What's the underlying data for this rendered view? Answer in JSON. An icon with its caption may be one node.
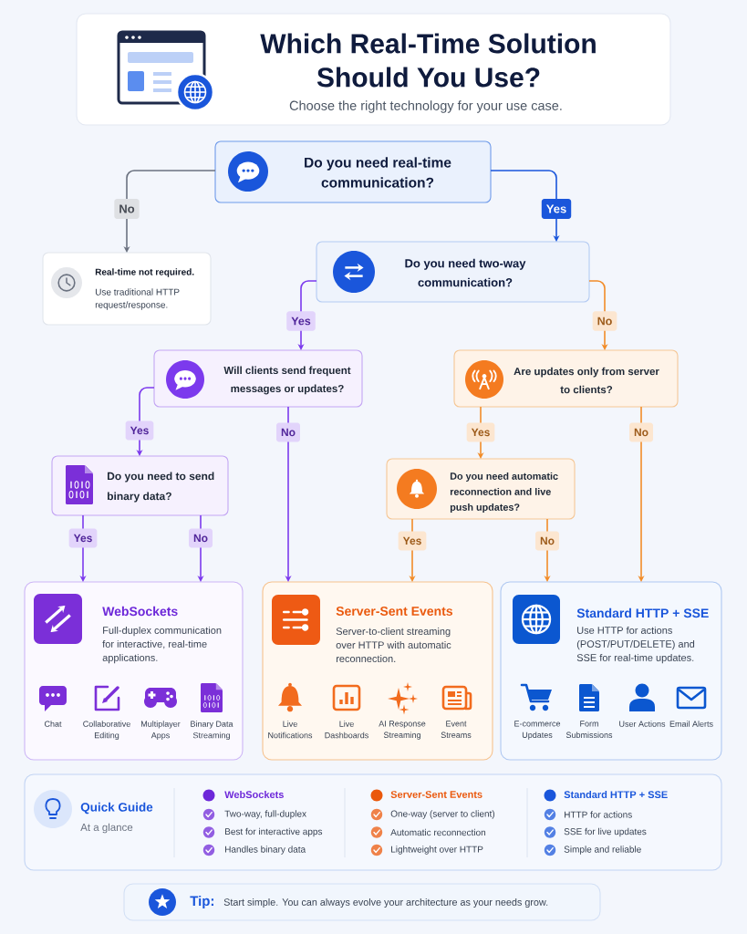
{
  "diagram": {
    "nodes": [
      {
        "text": [
          "Which Real-Time Solution Should You Use?",
          "Choose the right technology for your use case."
        ]
      },
      {
        "text": [
          "Do you need real-time communication?"
        ]
      },
      {
        "text": [
          "Real-time not required.",
          "Use traditional HTTP request/response."
        ]
      },
      {
        "text": [
          "Do you need two-way communication?"
        ]
      },
      {
        "text": [
          "Will clients send frequent messages or updates?"
        ]
      },
      {
        "text": [
          "Are updates only from server to clients?"
        ]
      },
      {
        "text": [
          "Do you need to send binary data?"
        ]
      },
      {
        "text": [
          "Do you need automatic reconnection and live push updates?"
        ]
      },
      {
        "text": [
          "WebSockets",
          "Full-duplex communication for interactive, real-time applications."
        ]
      },
      {
        "text": [
          "Server-Sent Events",
          "Server-to-client streaming over HTTP with automatic reconnection."
        ]
      },
      {
        "text": [
          "Standard HTTP + SSE",
          "Use HTTP for actions (POST/PUT/DELETE) and SSE for real-time updates."
        ]
      },
      {
        "text": [
          "Quick Guide",
          "At a glance"
        ]
      },
      {
        "text": [
          "Tip:",
          "Start simple. You can always evolve your architecture as your needs grow."
        ]
      }
    ],
    "edges": [
      {
        "from": 1,
        "to": 2,
        "arrow": "to",
        "label": "No",
        "color": "#6b7280"
      },
      {
        "from": 1,
        "to": 3,
        "arrow": "to",
        "label": "Yes",
        "color": "#1a56db"
      },
      {
        "from": 3,
        "to": 4,
        "arrow": "to",
        "label": "Yes",
        "color": "#7c3aed"
      },
      {
        "from": 3,
        "to": 5,
        "arrow": "to",
        "label": "No",
        "color": "#f28c28"
      },
      {
        "from": 4,
        "to": 6,
        "arrow": "to",
        "label": "Yes",
        "color": "#7c3aed"
      },
      {
        "from": 4,
        "to": 9,
        "arrow": "to",
        "label": "No",
        "color": "#7c3aed"
      },
      {
        "from": 5,
        "to": 7,
        "arrow": "to",
        "label": "Yes",
        "color": "#f28c28"
      },
      {
        "from": 5,
        "to": 10,
        "arrow": "to",
        "label": "No",
        "color": "#f28c28"
      },
      {
        "from": 6,
        "to": 8,
        "arrow": "to",
        "label": "Yes",
        "color": "#7c3aed"
      },
      {
        "from": 6,
        "to": 8,
        "arrow": "to",
        "label": "No",
        "color": "#7c3aed"
      },
      {
        "from": 7,
        "to": 9,
        "arrow": "to",
        "label": "Yes",
        "color": "#f28c28"
      },
      {
        "from": 7,
        "to": 10,
        "arrow": "to",
        "label": "No",
        "color": "#f28c28"
      }
    ],
    "labels": [
      "Chat",
      "Collaborative Editing",
      "Multiplayer Apps",
      "Binary Data Streaming",
      "Live Notifications",
      "Live Dashboards",
      "AI Response Streaming",
      "Event Streams",
      "E-commerce Updates",
      "Form Submissions",
      "User Actions",
      "Email Alerts",
      "Two-way, full-duplex",
      "Best for interactive apps",
      "Handles binary data",
      "One-way (server to client)",
      "Automatic reconnection",
      "Lightweight over HTTP",
      "HTTP for actions",
      "SSE for live updates",
      "Simple and reliable"
    ],
    "legend": [
      {
        "text": "WebSockets",
        "color": "#6d28d9"
      },
      {
        "text": "Server-Sent Events",
        "color": "#ea580c"
      },
      {
        "text": "Standard HTTP + SSE",
        "color": "#1a56db"
      }
    ]
  }
}
